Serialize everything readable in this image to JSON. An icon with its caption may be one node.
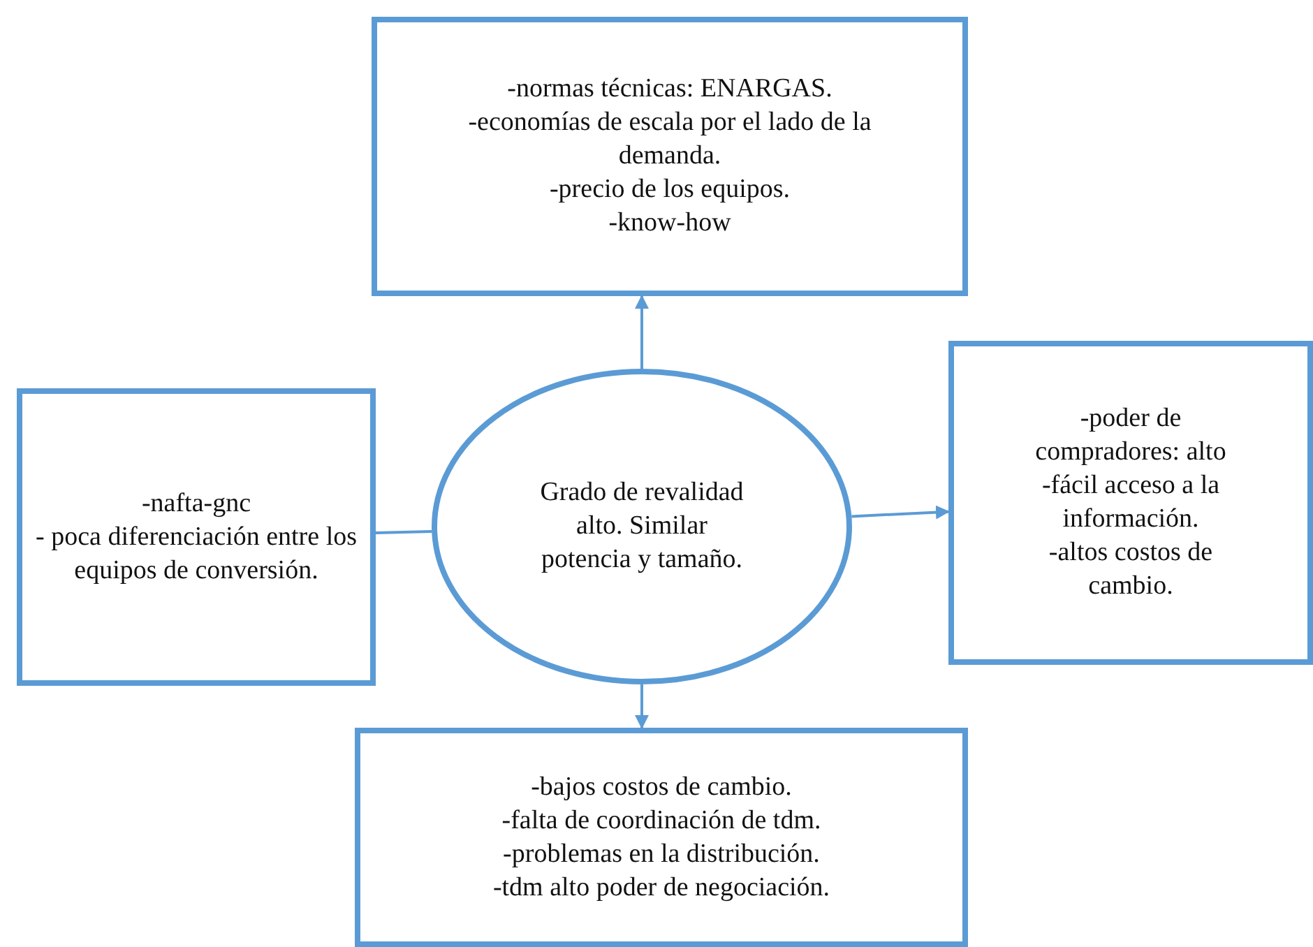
{
  "diagram": {
    "nodes": [
      {
        "text": [
          "-normas técnicas: ENARGAS.",
          "-economías de escala por el lado de la demanda.",
          "-precio de los equipos.",
          "-know-how"
        ]
      },
      {
        "text": [
          "-nafta-gnc",
          "- poca diferenciación entre los equipos de conversión."
        ]
      },
      {
        "text": [
          "Grado de revalidad alto. Similar potencia y tamaño."
        ]
      },
      {
        "text": [
          "-poder de compradores: alto",
          "-fácil acceso a la información.",
          "-altos costos de cambio."
        ]
      },
      {
        "text": [
          "-bajos costos de cambio.",
          "-falta de coordinación de tdm.",
          "-problemas en la distribución.",
          "-tdm alto poder de negociación."
        ]
      }
    ],
    "edges": [
      {
        "from": 2,
        "to": 0,
        "arrow": "to"
      },
      {
        "from": 2,
        "to": 1,
        "arrow": "none"
      },
      {
        "from": 2,
        "to": 3,
        "arrow": "to"
      },
      {
        "from": 2,
        "to": 4,
        "arrow": "to"
      }
    ]
  }
}
